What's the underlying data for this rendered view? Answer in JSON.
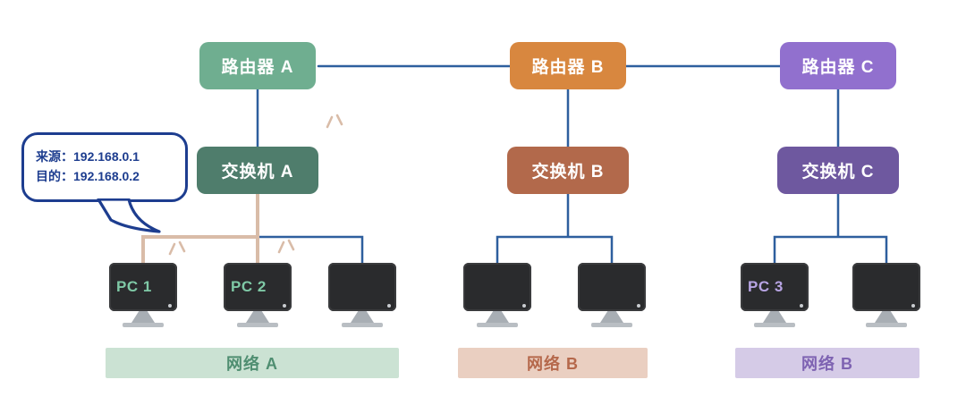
{
  "routers": [
    {
      "label": "路由器 A",
      "color": "#6FAE90"
    },
    {
      "label": "路由器 B",
      "color": "#D8873F"
    },
    {
      "label": "路由器 C",
      "color": "#9170CE"
    }
  ],
  "switches": [
    {
      "label": "交换机 A",
      "color": "#4F7D6C"
    },
    {
      "label": "交换机 B",
      "color": "#B2694B"
    },
    {
      "label": "交换机 C",
      "color": "#6E589F"
    }
  ],
  "pcs": [
    {
      "label": "PC 1",
      "label_color": "#7FC9A6"
    },
    {
      "label": "PC 2",
      "label_color": "#7FC9A6"
    },
    {
      "label": ""
    },
    {
      "label": ""
    },
    {
      "label": ""
    },
    {
      "label": "PC 3",
      "label_color": "#B7A4E3"
    },
    {
      "label": ""
    }
  ],
  "networks": [
    {
      "label": "网络 A",
      "bg": "#CBE2D3",
      "text_color": "#4F8E71"
    },
    {
      "label": "网络 B",
      "bg": "#EACFC1",
      "text_color": "#B5684B"
    },
    {
      "label": "网络 B",
      "bg": "#D5CBE7",
      "text_color": "#7E63B2"
    }
  ],
  "callout": {
    "line1": "来源：192.168.0.1",
    "line2": "目的：192.168.0.2",
    "color": "#1D3D8F"
  },
  "lines": {
    "blue": "#2E5F9E",
    "tan": "#D9BCA8"
  }
}
